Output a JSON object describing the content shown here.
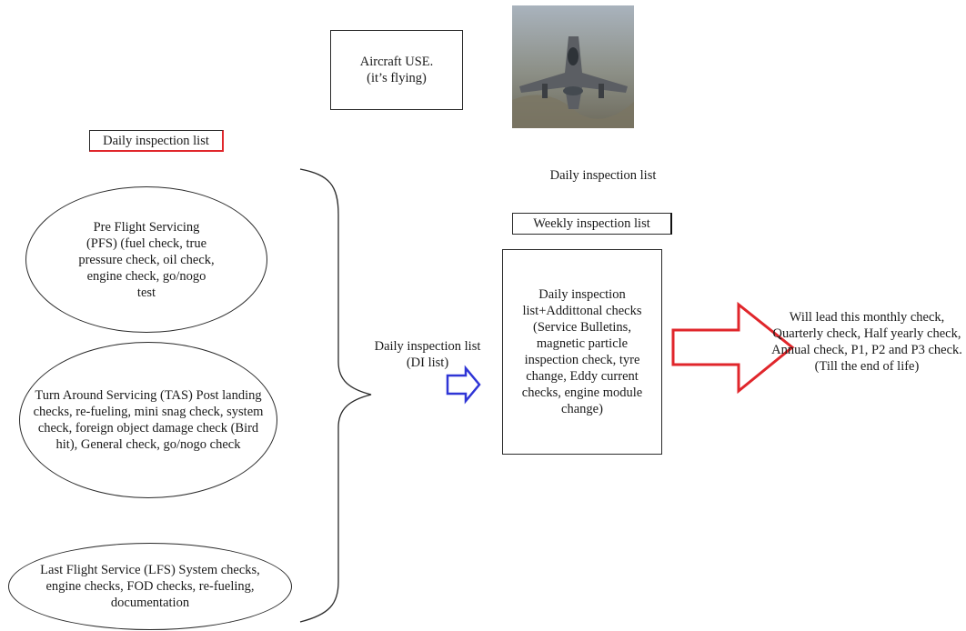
{
  "top": {
    "aircraft_use_line1": "Aircraft USE.",
    "aircraft_use_line2": "(it’s flying)",
    "image_name": "fighter-jet-photo"
  },
  "labels": {
    "daily_left": "Daily inspection list",
    "daily_right": "Daily inspection list",
    "weekly": "Weekly inspection list",
    "di_list_line1": "Daily inspection list",
    "di_list_line2": "(DI list)"
  },
  "ellipses": {
    "pfs": "Pre Flight Servicing (PFS) (fuel check, true pressure check, oil check, engine check, go/nogo test",
    "tas": "Turn Around Servicing (TAS) Post landing checks, re-fueling, mini snag check, system check, foreign object damage check (Bird hit), General check, go/nogo check",
    "lfs": "Last Flight Service (LFS) System checks, engine checks, FOD checks, re-fueling, documentation"
  },
  "weekly_box": {
    "text": "Daily inspection list+Addittonal checks (Service Bulletins, magnetic particle inspection check, tyre change, Eddy current checks, engine module change)"
  },
  "outcome": {
    "text": "Will lead this monthly check, Quarterly check, Half yearly check, Annual check, P1, P2 and P3 check. (Till the end of life)"
  },
  "colors": {
    "red_accent": "#e0262b",
    "blue_accent": "#2f35d6",
    "line": "#2a2a2a"
  }
}
